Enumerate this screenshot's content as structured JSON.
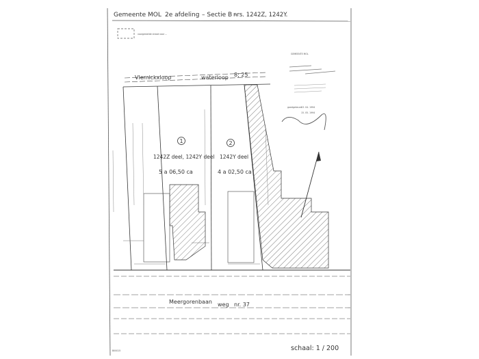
{
  "header": {
    "municipality": "Gemeente MOL",
    "division": "2e afdeling",
    "section": "– Sectie B –",
    "parcels": "nrs. 1242Z, 1242Y.",
    "legend_text": "voorgestelde straat voor ..."
  },
  "street_top": {
    "name": "Vlemickxloop",
    "type": "waterloop",
    "number": "8; 25"
  },
  "lots": [
    {
      "number": "1",
      "parcel": "1242Z deel, 1242Y deel",
      "area": "5 a 06,50 ca"
    },
    {
      "number": "2",
      "parcel": "1242Y deel",
      "area": "4 a 02,50 ca"
    }
  ],
  "street_bottom": {
    "name": "Meergorenbaan",
    "type": "weg",
    "number": "nr. 37"
  },
  "scale": "schaal: 1 / 200",
  "footer_code": "B00015",
  "stamp": {
    "line1": "GEMEENTE MOL",
    "line2": "",
    "approved": "goedgekeurd",
    "date1": "13. 04. 1994",
    "date2": "15. 05. 1994"
  }
}
